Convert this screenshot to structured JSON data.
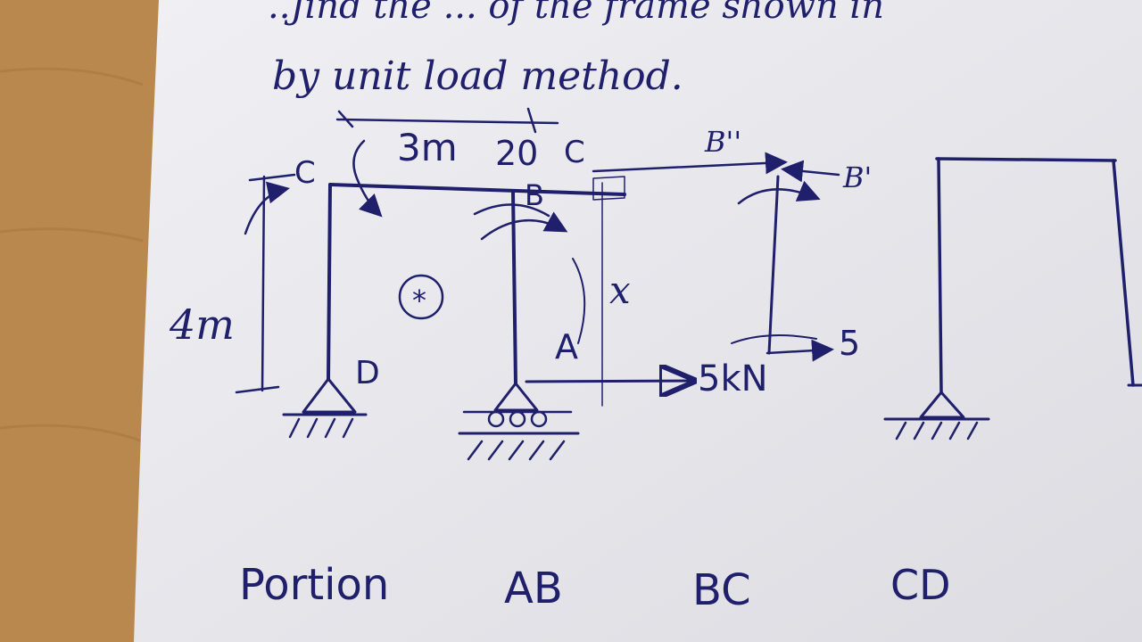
{
  "header_line1": "..Jind the ... of the frame shown in",
  "header_line2": "by unit load method.",
  "frame_left": {
    "dim_width": "3m",
    "dim_height": "4m",
    "point_c": "C",
    "point_b": "B",
    "point_d": "D",
    "point_a": "A",
    "moment_value": "20",
    "marker": "*",
    "load": "5kN"
  },
  "frame_middle": {
    "point_c": "C",
    "point_b_double": "B''",
    "point_b_single": "B'",
    "coord_x": "x",
    "load": "5"
  },
  "table": {
    "portion_label": "Portion",
    "cols": [
      "AB",
      "BC",
      "CD"
    ]
  },
  "colors": {
    "paper": "#e8e8ec",
    "ink": "#1f1f6b",
    "table": "#b9884f"
  },
  "icons": [
    "pin-support-icon",
    "roller-support-icon",
    "arrow-icon",
    "moment-arrow-icon"
  ]
}
